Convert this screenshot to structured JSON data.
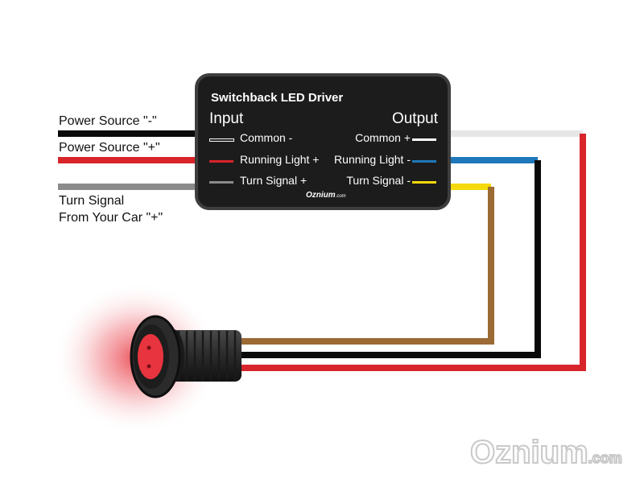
{
  "driver": {
    "title": "Switchback LED Driver",
    "input_header": "Input",
    "output_header": "Output",
    "inputs": [
      {
        "label": "Common -",
        "color": "#ffffff"
      },
      {
        "label": "Running Light +",
        "color": "#d8242b"
      },
      {
        "label": "Turn Signal +",
        "color": "#8b8b8b"
      }
    ],
    "outputs": [
      {
        "label": "Common +",
        "color": "#ffffff"
      },
      {
        "label": "Running Light -",
        "color": "#1e78b9"
      },
      {
        "label": "Turn Signal -",
        "color": "#f5d90a"
      }
    ],
    "brand": "Oznium",
    "brand_suffix": ".com"
  },
  "labels": {
    "power_negative": "Power Source \"-\"",
    "power_positive": "Power Source \"+\"",
    "turn_signal_line1": "Turn Signal",
    "turn_signal_line2": "From Your Car \"+\""
  },
  "colors": {
    "wire_black": "#0a0a0a",
    "wire_red": "#d8242b",
    "wire_gray": "#8b8b8b",
    "wire_white": "#e6e6e6",
    "wire_blue": "#1e78b9",
    "wire_yellow": "#f5d90a",
    "wire_brown": "#9c6a35",
    "led_glow": "#e8343e"
  },
  "watermark": {
    "brand": "Oznium",
    "suffix": ".com"
  }
}
